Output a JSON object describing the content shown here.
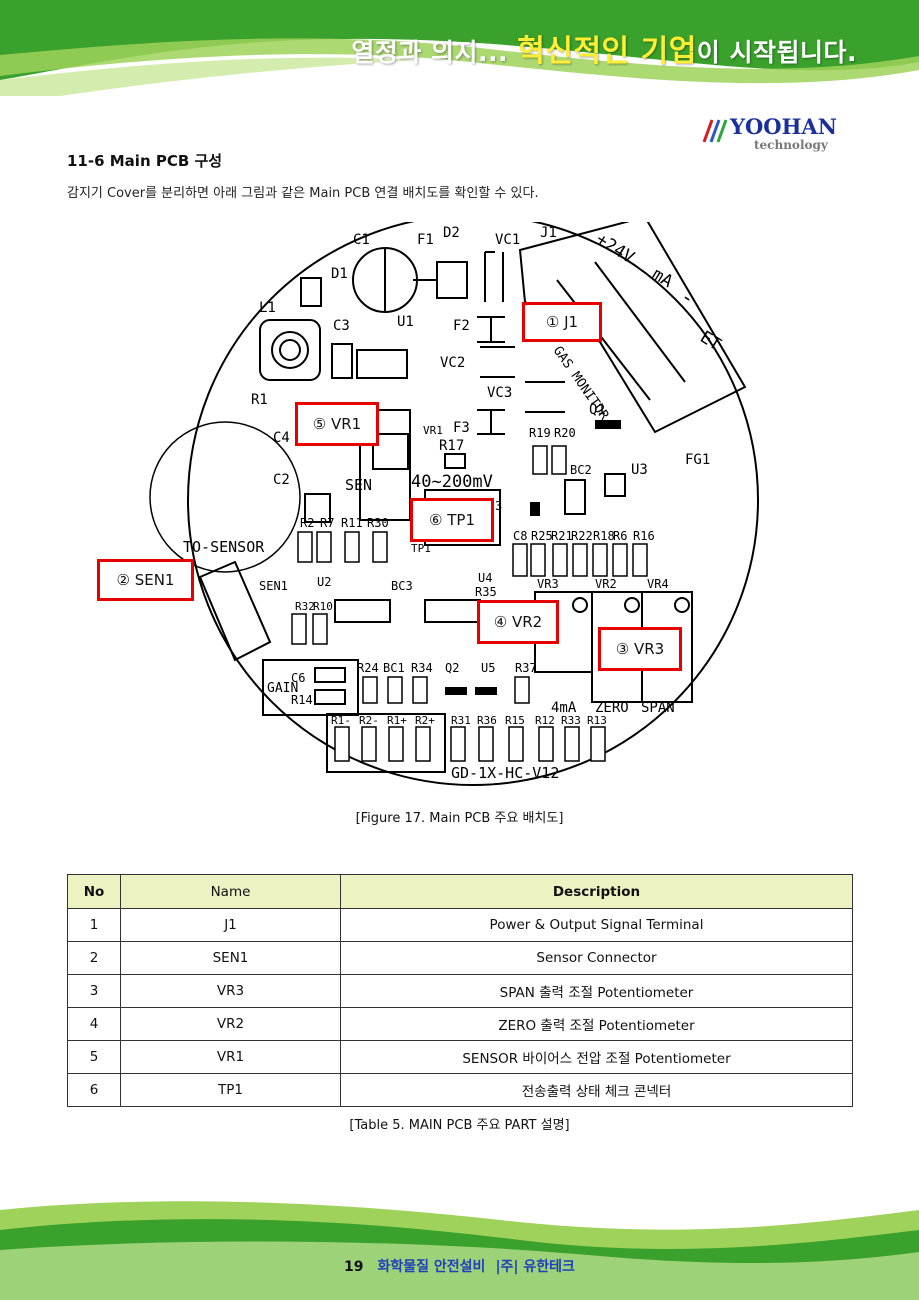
{
  "header": {
    "slogan_pre": "열정과 의지... ",
    "slogan_highlight": "혁신적인 기업",
    "slogan_post": "이 시작됩니다.",
    "colors": {
      "green_dark": "#3aa12c",
      "green_light": "#9fd25a",
      "highlight": "#ffee33"
    }
  },
  "logo": {
    "brand": "YOOHAN",
    "sub": "technology"
  },
  "section": {
    "title": "11-6 Main PCB 구성",
    "intro": "감지기 Cover를 분리하면 아래 그림과 같은 Main PCB 연결 배치도를 확인할 수 있다."
  },
  "pcb": {
    "silkscreen": [
      "C1",
      "F1",
      "D2",
      "VC1",
      "J1",
      "D1",
      "L1",
      "U1",
      "C3",
      "F2",
      "VC2",
      "R1",
      "VC3",
      "F3",
      "C4",
      "VR1",
      "R17",
      "R19",
      "R20",
      "Q1",
      "FG1",
      "C2",
      "SEN",
      "40~200mV",
      "BC2",
      "U3",
      "R2",
      "R7",
      "R11",
      "R30",
      "C8",
      "R25",
      "R21",
      "R22",
      "R18",
      "R6",
      "R16",
      "TO-SENSOR",
      "SEN1",
      "U2",
      "BC3",
      "U4",
      "R35",
      "VR3",
      "VR2",
      "VR4",
      "R32",
      "R10",
      "GAIN",
      "C6",
      "R14",
      "R24",
      "BC1",
      "R34",
      "Q2",
      "U5",
      "R37",
      "4mA",
      "ZERO",
      "SPAN",
      "R1-",
      "R2-",
      "R1+",
      "R2+",
      "R31",
      "R36",
      "R15",
      "R12",
      "R33",
      "R13",
      "GD-1X-HC-V12",
      "+24V",
      "mA",
      "-",
      "ET",
      "GAS MONITOR",
      "TP1",
      "3"
    ],
    "callouts": [
      {
        "label": "① J1"
      },
      {
        "label": "⑤ VR1"
      },
      {
        "label": "⑥ TP1"
      },
      {
        "label": "② SEN1"
      },
      {
        "label": "④ VR2"
      },
      {
        "label": "③ VR3"
      }
    ]
  },
  "figure_caption": "[Figure 17. Main PCB 주요 배치도]",
  "table": {
    "headers": {
      "no": "No",
      "name": "Name",
      "desc": "Description"
    },
    "rows": [
      {
        "no": "1",
        "name": "J1",
        "desc": "Power & Output Signal Terminal"
      },
      {
        "no": "2",
        "name": "SEN1",
        "desc": "Sensor Connector"
      },
      {
        "no": "3",
        "name": "VR3",
        "desc": "SPAN 출력 조절 Potentiometer"
      },
      {
        "no": "4",
        "name": "VR2",
        "desc": "ZERO 출력 조절 Potentiometer"
      },
      {
        "no": "5",
        "name": "VR1",
        "desc": "SENSOR 바이어스 전압 조절 Potentiometer"
      },
      {
        "no": "6",
        "name": "TP1",
        "desc": "전송출력 상태 체크 콘넥터"
      }
    ]
  },
  "table_caption": "[Table 5. MAIN PCB 주요 PART 설명]",
  "footer": {
    "page": "19",
    "company": "화학물질 안전설비",
    "company2": "|주| 유한테크"
  }
}
